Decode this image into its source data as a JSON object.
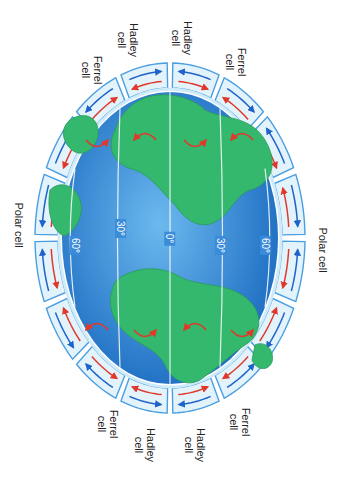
{
  "diagram": {
    "labels": [
      "Ferrel cell",
      "Hadley cell",
      "Hadley cell",
      "Ferrel cell",
      "Polar cell",
      "Polar cell",
      "60°",
      "30°",
      "0°",
      "30°",
      "60°",
      "Ferrel cell",
      "Hadley cell",
      "Hadley cell",
      "Ferrel cell"
    ]
  }
}
